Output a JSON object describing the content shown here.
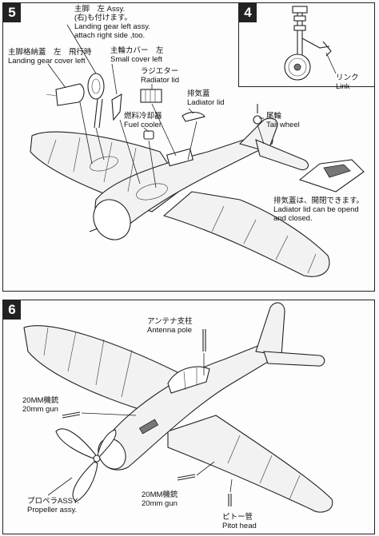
{
  "step5": {
    "number": "5",
    "main_gear_jp": "主脚　左 Assy.",
    "main_gear_jp2": "(右)も付けます。",
    "main_gear_en1": "Landing gear left assy.",
    "main_gear_en2": "attach right side ,too.",
    "gear_cover_jp": "主脚格納蓋　左　飛行時",
    "gear_cover_en": "Landing gear cover left",
    "small_cover_jp": "主輪カバー　左",
    "small_cover_en": "Small cover left",
    "radiator_lid_jp": "ラジエター",
    "radiator_lid_en": "Radiator lid",
    "ladiator_lid_jp": "排気蓋",
    "ladiator_lid_en": "Ladiator lid",
    "fuel_cooler_jp": "燃料冷却器",
    "fuel_cooler_en": "Fuel cooler",
    "tail_wheel_jp": "尾輪",
    "tail_wheel_en": "Tail wheel",
    "lid_note_jp": "排気蓋は、開閉できます。",
    "lid_note_en1": "Ladiator lid can be opend",
    "lid_note_en2": "and closed."
  },
  "step4": {
    "number": "4",
    "link_jp": "リンク",
    "link_en": "Link"
  },
  "step6": {
    "number": "6",
    "antenna_jp": "アンテナ支柱",
    "antenna_en": "Antenna pole",
    "gun_upper_jp": "20MM機銃",
    "gun_upper_en": "20mm gun",
    "propeller_jp": "プロペラASSY.",
    "propeller_en": "Propeller assy.",
    "gun_lower_jp": "20MM機銃",
    "gun_lower_en": "20mm gun",
    "pitot_jp": "ピトー管",
    "pitot_en": "Pitot head"
  }
}
